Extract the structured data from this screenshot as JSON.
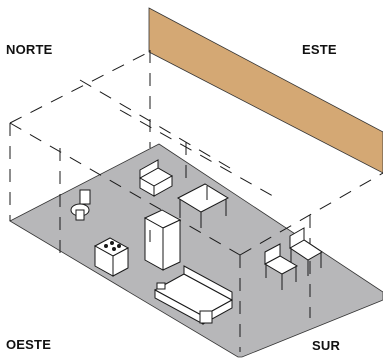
{
  "compass": {
    "north": "NORTE",
    "east": "ESTE",
    "west": "OESTE",
    "south": "SUR"
  },
  "colors": {
    "floor": "#b7b7b9",
    "wall": "#d4a874",
    "line": "#1a1a1a",
    "furniture": "#ffffff"
  },
  "icons": [
    "toilet-icon",
    "armchair-icon",
    "table-icon",
    "refrigerator-icon",
    "kitchen-stove-icon",
    "sofa-bed-icon",
    "chair-icon"
  ]
}
